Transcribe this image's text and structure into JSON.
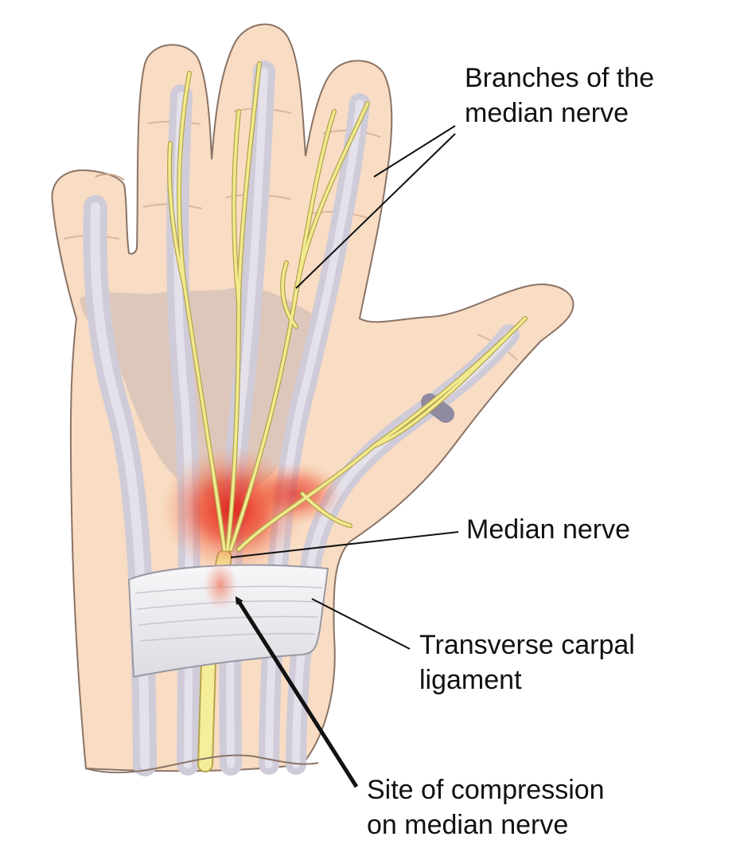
{
  "diagram": {
    "labels": {
      "branches": {
        "line1": "Branches of the",
        "line2": "median nerve"
      },
      "median_nerve": {
        "line1": "Median nerve"
      },
      "transverse_carpal": {
        "line1": "Transverse carpal",
        "line2": "ligament"
      },
      "compression_site": {
        "line1": "Site of compression",
        "line2": "on median nerve"
      }
    },
    "colors": {
      "skin": "#f8dcc3",
      "skin_outline": "#8a7366",
      "tendon": "#d7d3df",
      "nerve": "#f2ea8f",
      "nerve_outline": "#b3a34a",
      "inflammation": "#e8261b",
      "ligament": "#ececef",
      "leader_line": "#111111"
    }
  }
}
